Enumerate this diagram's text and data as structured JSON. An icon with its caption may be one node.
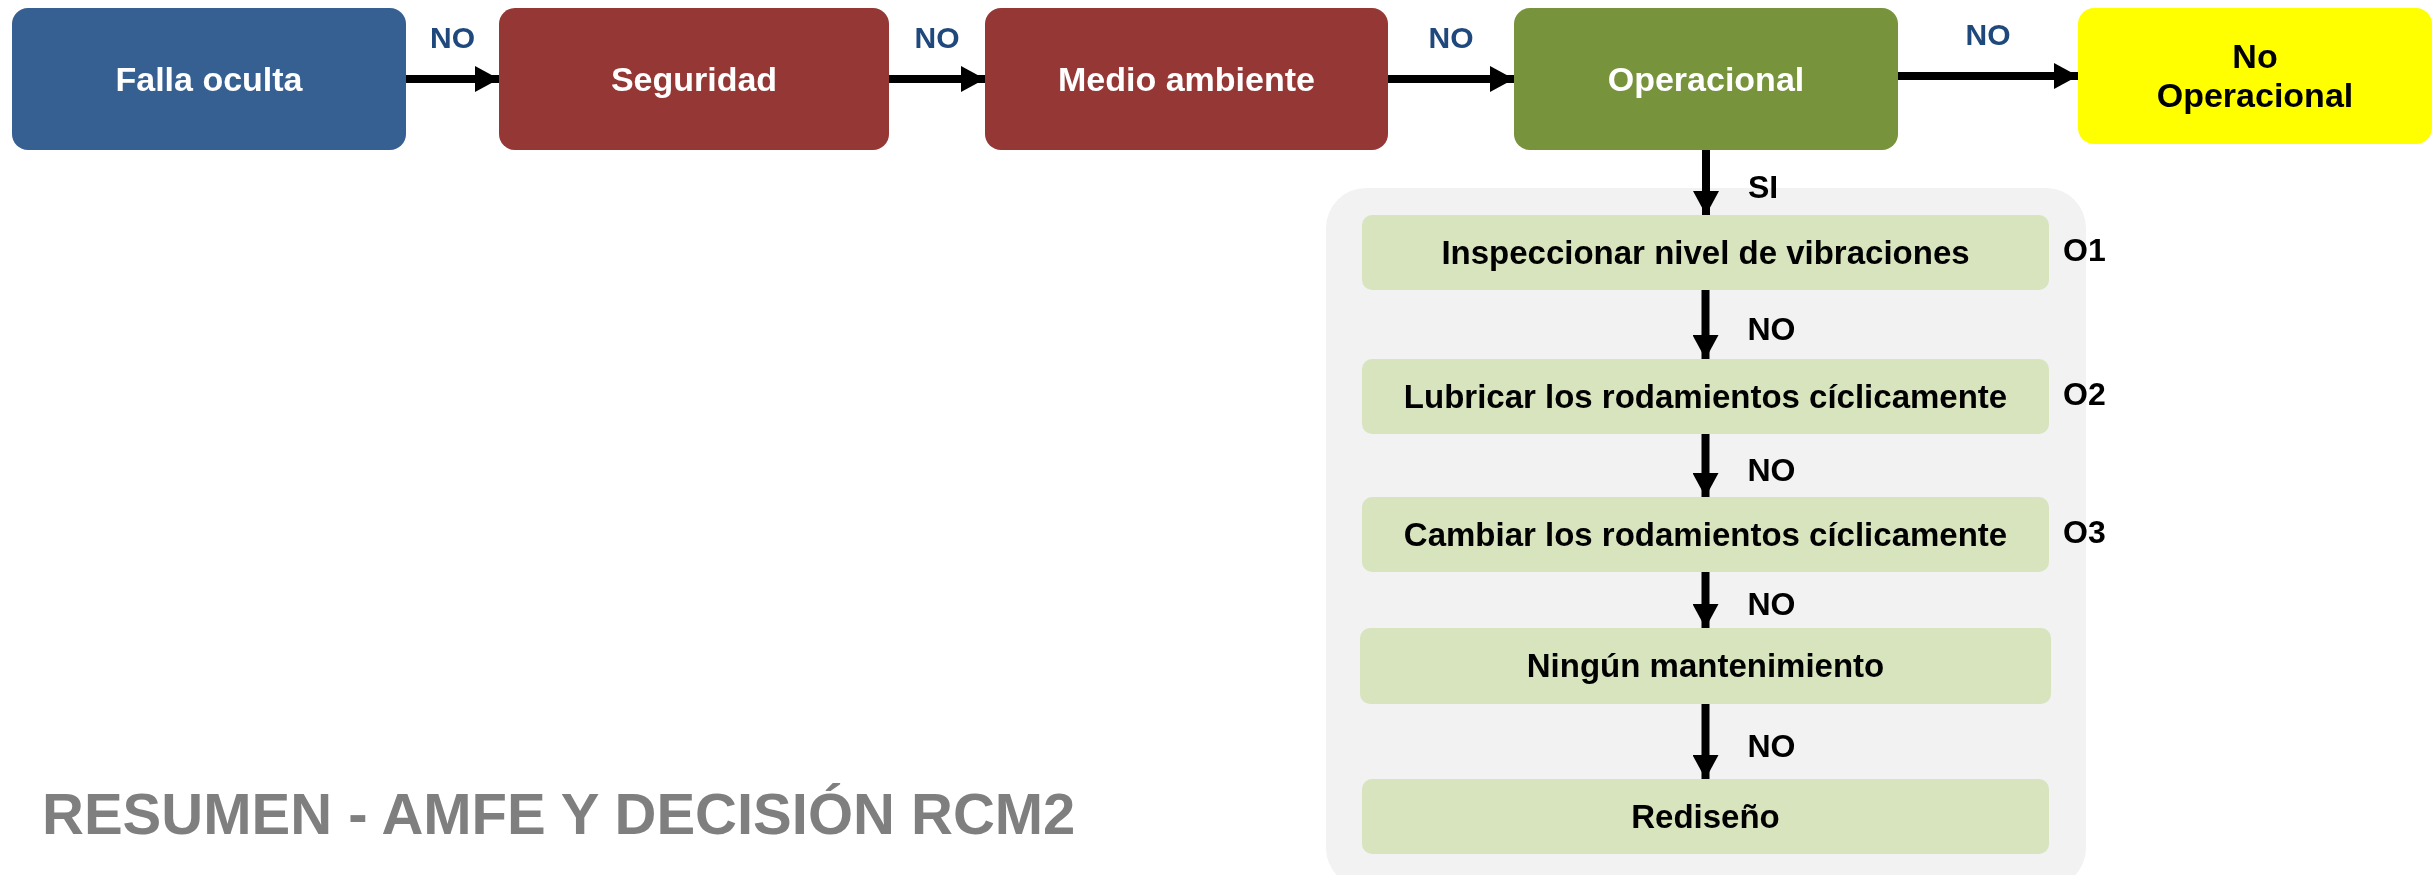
{
  "diagram": {
    "title": "RESUMEN - AMFE Y DECISIÓN RCM2",
    "nodes": [
      {
        "text": [
          "Falla oculta"
        ]
      },
      {
        "text": [
          "Seguridad"
        ]
      },
      {
        "text": [
          "Medio ambiente"
        ]
      },
      {
        "text": [
          "Operacional"
        ]
      },
      {
        "text": [
          "No Operacional"
        ]
      },
      {
        "text": [],
        "shape": "box"
      },
      {
        "text": [
          "Inspeccionar nivel de vibraciones"
        ],
        "in": 5
      },
      {
        "text": [
          "Lubricar los rodamientos cíclicamente"
        ],
        "in": 5
      },
      {
        "text": [
          "Cambiar los rodamientos cíclicamente"
        ],
        "in": 5
      },
      {
        "text": [
          "Ningún mantenimiento"
        ],
        "in": 5
      },
      {
        "text": [
          "Rediseño"
        ],
        "in": 5
      }
    ],
    "edges": [
      {
        "from": 0,
        "to": 1,
        "arrow": "to",
        "label": "NO"
      },
      {
        "from": 1,
        "to": 2,
        "arrow": "to",
        "label": "NO"
      },
      {
        "from": 2,
        "to": 3,
        "arrow": "to",
        "label": "NO"
      },
      {
        "from": 3,
        "to": 4,
        "arrow": "to",
        "label": "NO"
      },
      {
        "from": 3,
        "to": 6,
        "arrow": "to",
        "label": "SI"
      },
      {
        "from": 6,
        "to": 7,
        "arrow": "to",
        "label": "NO"
      },
      {
        "from": 7,
        "to": 8,
        "arrow": "to",
        "label": "NO"
      },
      {
        "from": 8,
        "to": 9,
        "arrow": "to",
        "label": "NO"
      },
      {
        "from": 9,
        "to": 10,
        "arrow": "to",
        "label": "NO"
      }
    ],
    "labels": [
      "O1",
      "O2",
      "O3"
    ]
  }
}
